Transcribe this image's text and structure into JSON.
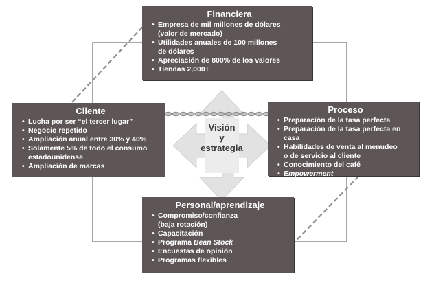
{
  "financiera": {
    "title": "Financiera",
    "items": [
      "Empresa de mil millones de dólares",
      "(valor de mercado)",
      "Utilidades anuales de 100 millones",
      "de dólares",
      "Apreciación de 800% de los valores",
      "Tiendas 2,000+"
    ]
  },
  "cliente": {
    "title": "Cliente",
    "items": [
      "Lucha por ser  “el tercer lugar”",
      "Negocio repetido",
      "Ampliación anual entre 30% y 40%",
      "Solamente 5% de todo el consumo",
      "estadounidense",
      "Ampliación de marcas"
    ]
  },
  "proceso": {
    "title": "Proceso",
    "items": [
      "Preparación de la tasa perfecta",
      "Preparación de la tasa perfecta en casa",
      "Habilidades de venta al menudeo",
      "o de servicio al cliente",
      "Conocimiento del café",
      "Empowerment"
    ]
  },
  "personal": {
    "title": "Personal/aprendizaje",
    "items": [
      "Compromiso/confianza",
      "(baja rotación)",
      "Capacitación",
      "Programa ",
      "Bean Stock",
      "Encuestas de opinión",
      "Programas flexibles"
    ]
  },
  "center": {
    "line1": "Visión",
    "line2": "y",
    "line3": "estrategia"
  },
  "colors": {
    "box": "#5e5656",
    "diamond": "#e4e4e4",
    "frame": "#8a8a8a",
    "arrow": "#8e8e8e"
  }
}
